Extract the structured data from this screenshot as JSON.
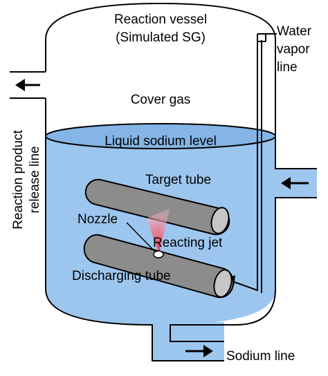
{
  "vessel": {
    "title_line1": "Reaction vessel",
    "title_line2": "(Simulated SG)"
  },
  "labels": {
    "water_line1": "Water",
    "water_line2": "vapor",
    "water_line3": "line",
    "cover_gas": "Cover gas",
    "sodium_level": "Liquid sodium level",
    "target_tube": "Target tube",
    "nozzle": "Nozzle",
    "reacting_jet": "Reacting jet",
    "discharging_tube": "Discharging tube",
    "sodium_line": "Sodium line",
    "release_line1": "Reaction product",
    "release_line2": "release line"
  },
  "colors": {
    "sodium_fill": "#9dc6ef",
    "sodium_surface": "#84b5e6",
    "tube_fill": "#8c8c8c",
    "tube_end": "#c6c6c6",
    "jet": "#e8334a",
    "outline": "#000000"
  }
}
